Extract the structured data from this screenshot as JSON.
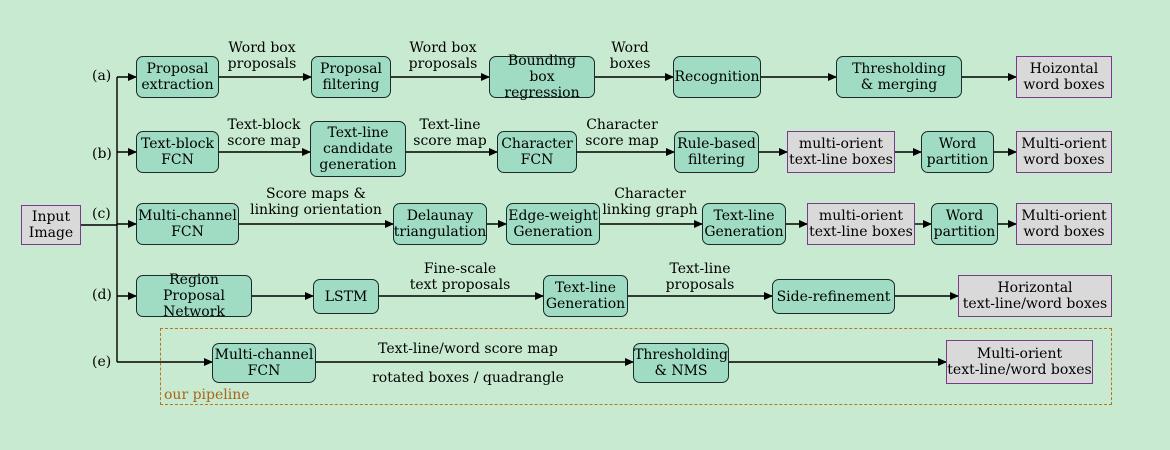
{
  "input": "Input\nImage",
  "pipeline_label": "our pipeline",
  "rows": [
    {
      "id": "a",
      "label": "(a)",
      "steps": [
        "Proposal\nextraction",
        "Proposal\nfiltering",
        "Bounding\nbox regression",
        "Recognition",
        "Thresholding\n& merging"
      ],
      "edges": [
        "Word box\nproposals",
        "Word box\nproposals",
        "Word\nboxes"
      ],
      "outputs": [
        "Hoizontal\nword boxes"
      ]
    },
    {
      "id": "b",
      "label": "(b)",
      "steps": [
        "Text-block\nFCN",
        "Text-line\ncandidate\ngeneration",
        "Character\nFCN",
        "Rule-based\nfiltering",
        "Word\npartition"
      ],
      "edges": [
        "Text-block\nscore map",
        "Text-line\nscore map",
        "Character\nscore map"
      ],
      "outputs": [
        "multi-orient\ntext-line boxes",
        "Multi-orient\nword boxes"
      ]
    },
    {
      "id": "c",
      "label": "(c)",
      "steps": [
        "Multi-channel\nFCN",
        "Delaunay\ntriangulation",
        "Edge-weight\nGeneration",
        "Text-line\nGeneration",
        "Word\npartition"
      ],
      "edges": [
        "Score maps &\nlinking orientation",
        "Character\nlinking graph"
      ],
      "outputs": [
        "multi-orient\ntext-line boxes",
        "Multi-orient\nword boxes"
      ]
    },
    {
      "id": "d",
      "label": "(d)",
      "steps": [
        "Region Proposal\nNetwork",
        "LSTM",
        "Text-line\nGeneration",
        "Side-refinement"
      ],
      "edges": [
        "Fine-scale\ntext proposals",
        "Text-line\nproposals"
      ],
      "outputs": [
        "Horizontal\ntext-line/word boxes"
      ]
    },
    {
      "id": "e",
      "label": "(e)",
      "steps": [
        "Multi-channel\nFCN",
        "Thresholding\n& NMS"
      ],
      "edges": [
        "Text-line/word score map",
        "rotated boxes / quadrangle"
      ],
      "outputs": [
        "Multi-orient\ntext-line/word boxes"
      ]
    }
  ]
}
